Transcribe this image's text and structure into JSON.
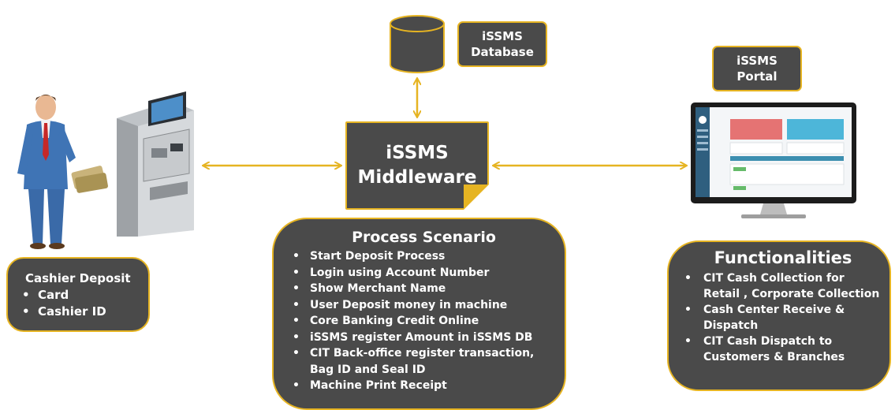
{
  "database": {
    "line1": "iSSMS",
    "line2": "Database"
  },
  "portal": {
    "line1": "iSSMS",
    "line2": "Portal"
  },
  "middleware": {
    "line1": "iSSMS",
    "line2": "Middleware"
  },
  "cashier": {
    "title": "Cashier Deposit",
    "items": [
      "Card",
      "Cashier ID"
    ]
  },
  "process": {
    "title": "Process Scenario",
    "items": [
      "Start Deposit Process",
      "Login using Account Number",
      "Show Merchant Name",
      "User Deposit money  in machine",
      "Core Banking Credit Online",
      "iSSMS register Amount in iSSMS DB",
      "CIT Back-office register transaction, Bag ID and Seal ID",
      "Machine Print Receipt"
    ]
  },
  "functionalities": {
    "title": "Functionalities",
    "items": [
      "CIT Cash Collection for Retail , Corporate Collection",
      "Cash Center Receive & Dispatch",
      "CIT Cash Dispatch to Customers & Branches"
    ]
  },
  "colors": {
    "box_fill": "#4a4a4a",
    "accent": "#e6b422",
    "text": "#ffffff"
  },
  "icons": [
    "database-cylinder-icon",
    "businessman-icon",
    "atm-machine-icon",
    "portal-monitor-icon"
  ]
}
